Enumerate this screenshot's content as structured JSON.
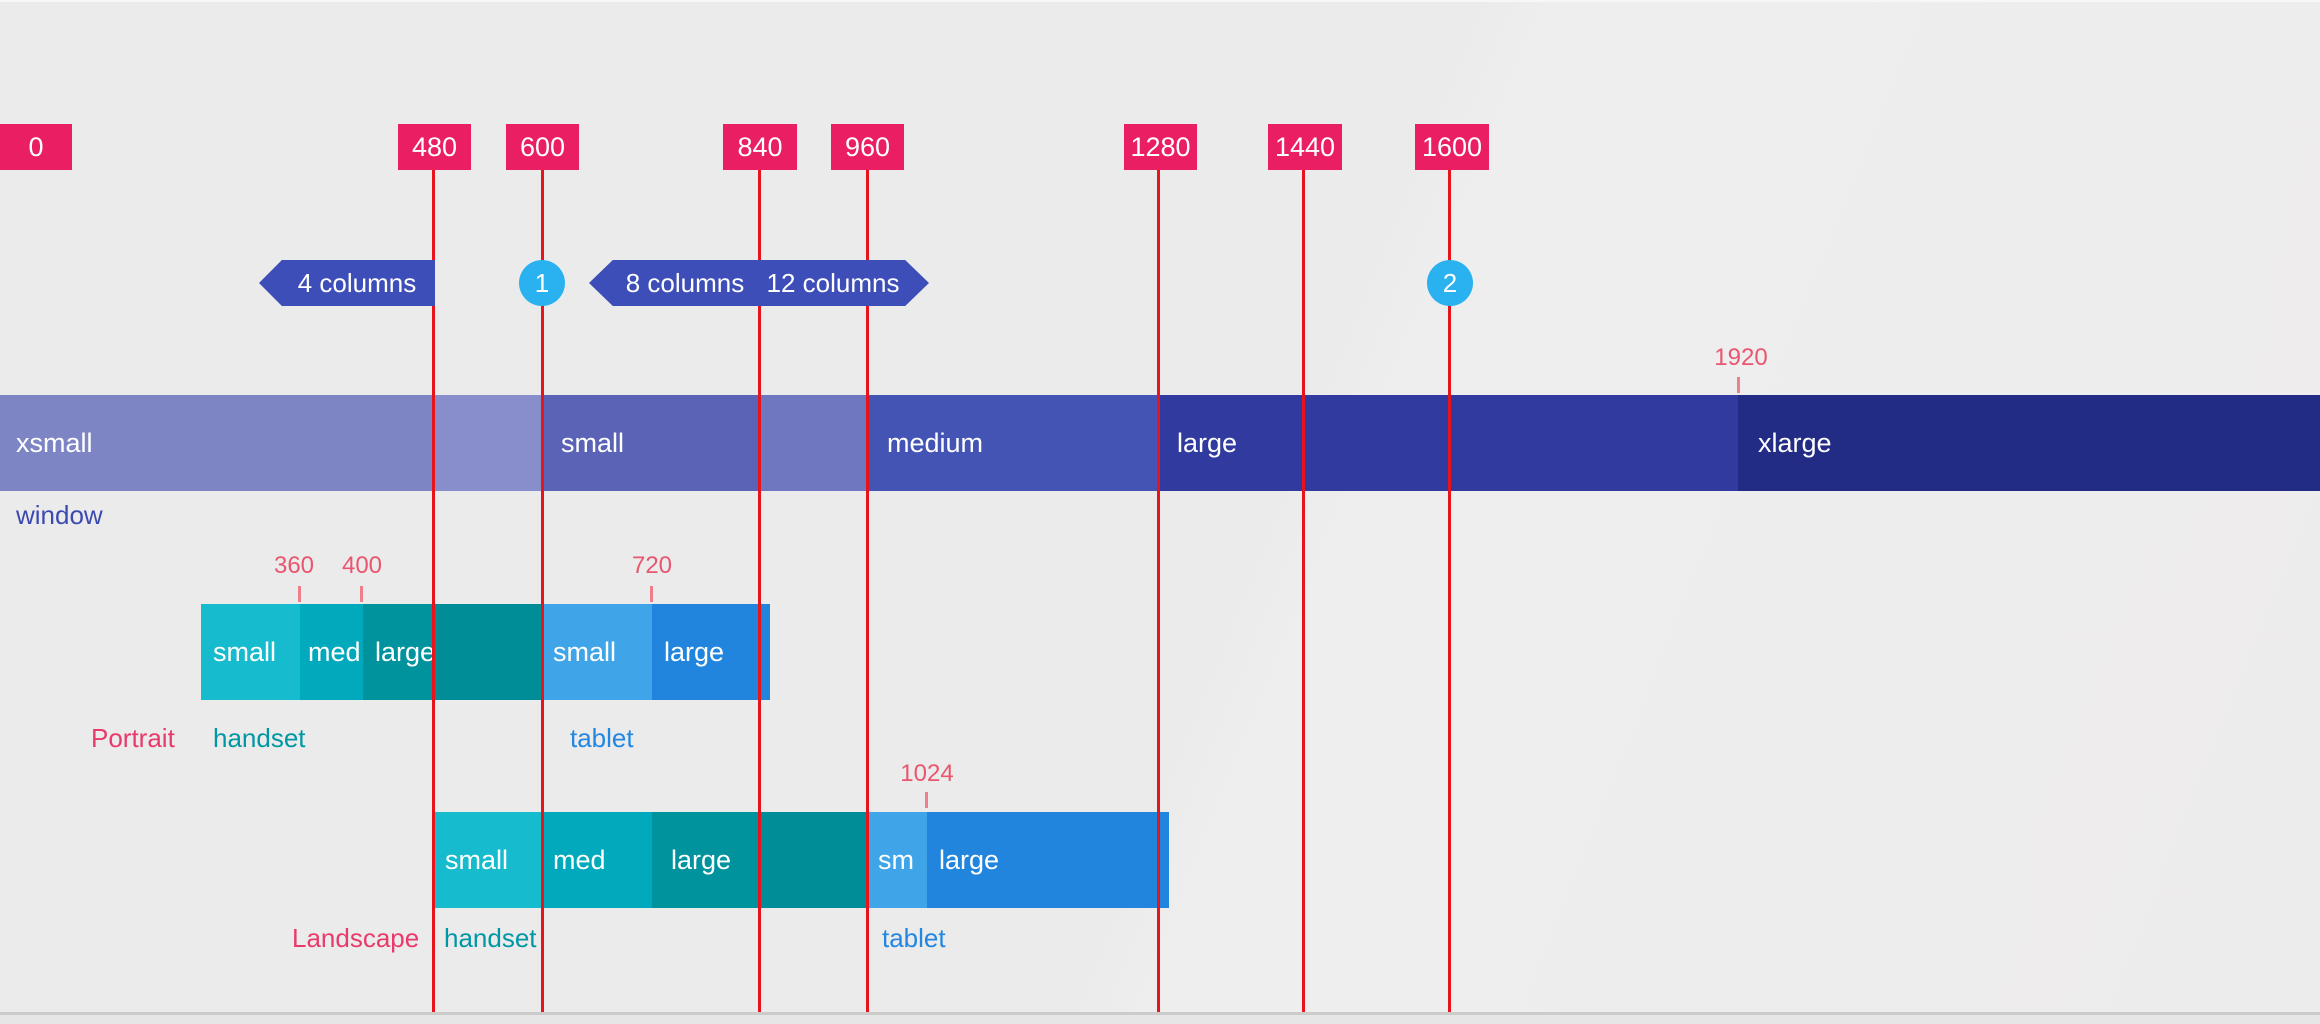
{
  "breakpoints": [
    "0",
    "480",
    "600",
    "840",
    "960",
    "1280",
    "1440",
    "1600"
  ],
  "secondary_marks": {
    "m1920": "1920",
    "m360": "360",
    "m400": "400",
    "m720": "720",
    "m1024": "1024"
  },
  "grid": {
    "four": "4 columns",
    "eight": "8 columns",
    "twelve": "12 columns",
    "marker1": "1",
    "marker2": "2"
  },
  "window_bar": {
    "caption": "window",
    "xsmall": "xsmall",
    "small": "small",
    "medium": "medium",
    "large": "large",
    "xlarge": "xlarge"
  },
  "portrait": {
    "caption": "Portrait",
    "handset_caption": "handset",
    "tablet_caption": "tablet",
    "handset_small": "small",
    "handset_med": "med",
    "handset_large": "large",
    "tablet_small": "small",
    "tablet_large": "large"
  },
  "landscape": {
    "caption": "Landscape",
    "handset_caption": "handset",
    "tablet_caption": "tablet",
    "handset_small": "small",
    "handset_med": "med",
    "handset_large": "large",
    "tablet_sm": "sm",
    "tablet_large": "large"
  },
  "colors": {
    "chip-pink": "#e91e63",
    "rule-red": "#e8141c",
    "tick-salmon": "#ef7f8a",
    "pink-text": "#e8566f",
    "pink-strong": "#e83a6b",
    "grid-indigo": "#3e4eb8",
    "marker-blue": "#29b2ef",
    "win-xsmall": "#7e85c4",
    "win-ov1": "#878ecb",
    "win-small": "#5a63b6",
    "win-ov2": "#6f77c1",
    "win-medium": "#4354b5",
    "win-large": "#313b9f",
    "win-xlarge": "#232c84",
    "window-text": "#3b4ab0",
    "teal-text": "#0097a5",
    "blue-text": "#2287e0",
    "t-small": "#16bccd",
    "t-med": "#00a9bc",
    "t-large": "#00939e",
    "t-large2": "#008d98",
    "tab-light": "#3fa5e8",
    "tab-blue": "#2185dd"
  }
}
